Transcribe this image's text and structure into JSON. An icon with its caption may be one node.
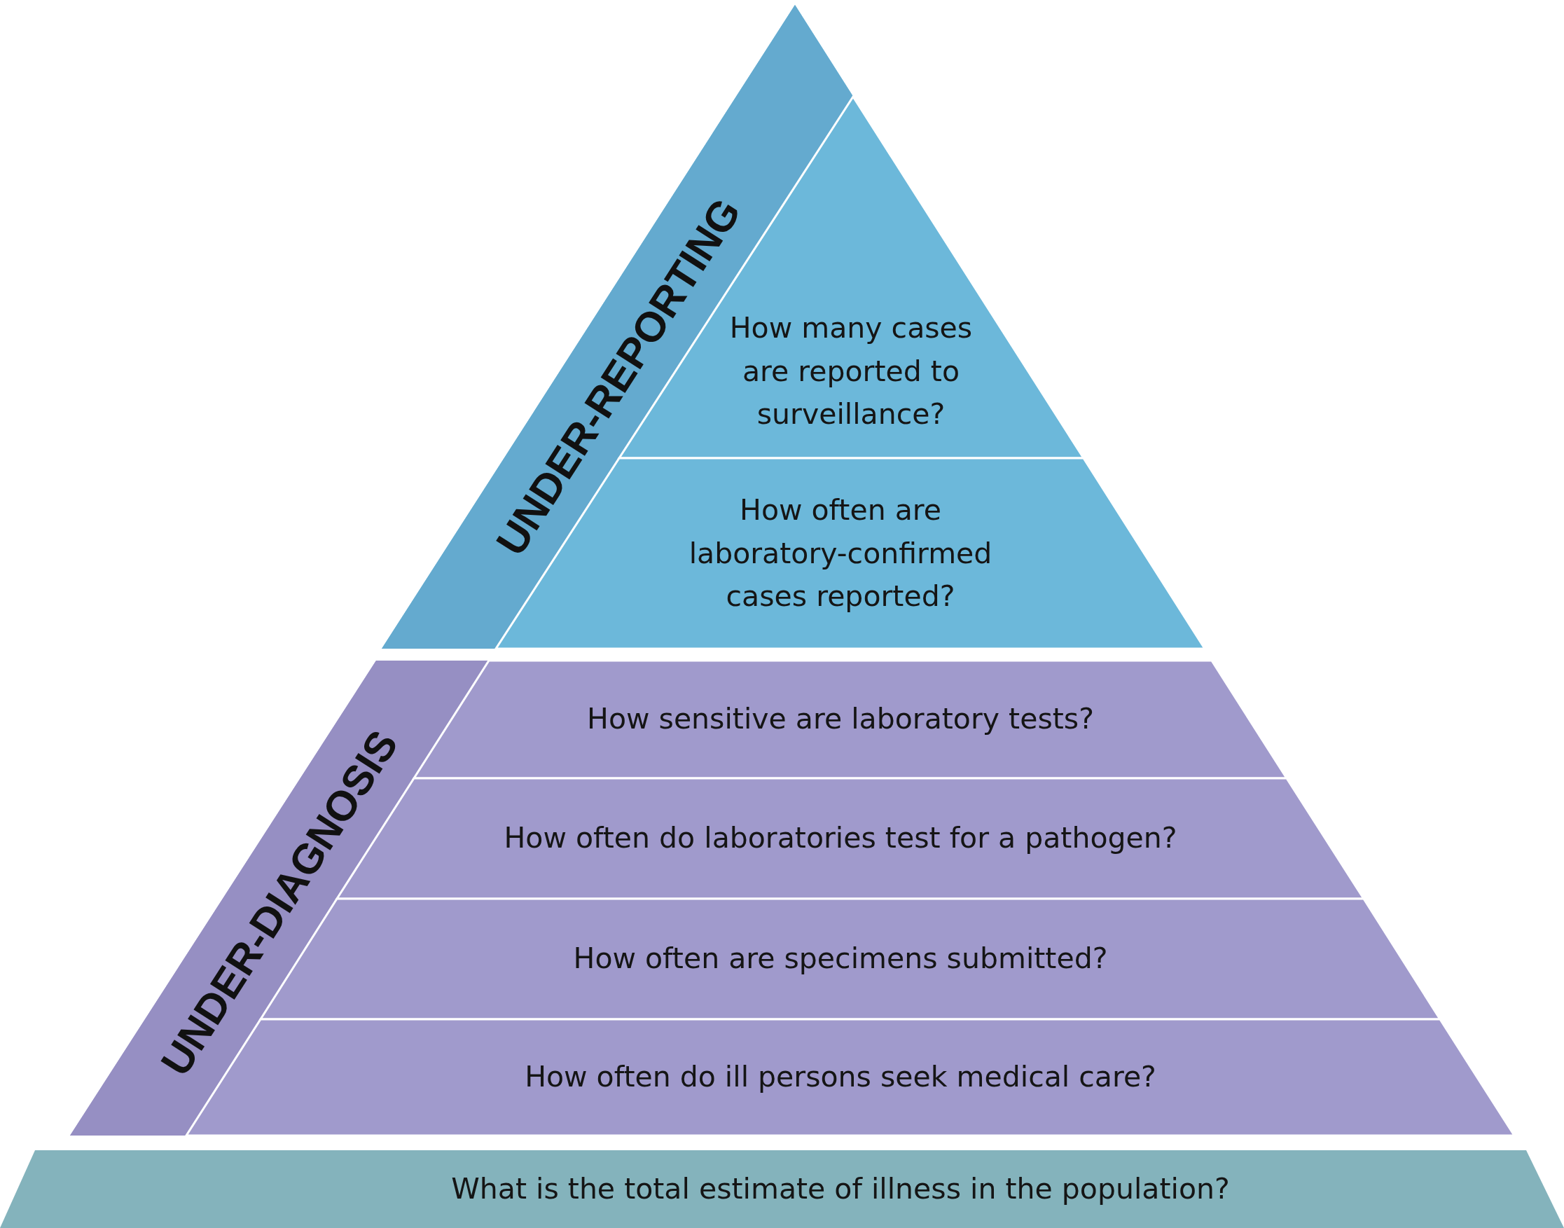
{
  "diagram": {
    "nodes": [
      {
        "text": [
          "UNDER-REPORTING"
        ]
      },
      {
        "text": [
          "How many cases are reported to surveillance?"
        ],
        "in": 0
      },
      {
        "text": [
          "How often are laboratory-confirmed cases reported?"
        ],
        "in": 0
      },
      {
        "text": [
          "UNDER-DIAGNOSIS"
        ]
      },
      {
        "text": [
          "How sensitive are laboratory tests?"
        ],
        "in": 3
      },
      {
        "text": [
          "How often do laboratories test for a pathogen?"
        ],
        "in": 3
      },
      {
        "text": [
          "How often are specimens submitted?"
        ],
        "in": 3
      },
      {
        "text": [
          "How often do ill persons seek medical care?"
        ],
        "in": 3
      },
      {
        "text": [
          "What is the total estimate of illness in the population?"
        ]
      }
    ]
  }
}
